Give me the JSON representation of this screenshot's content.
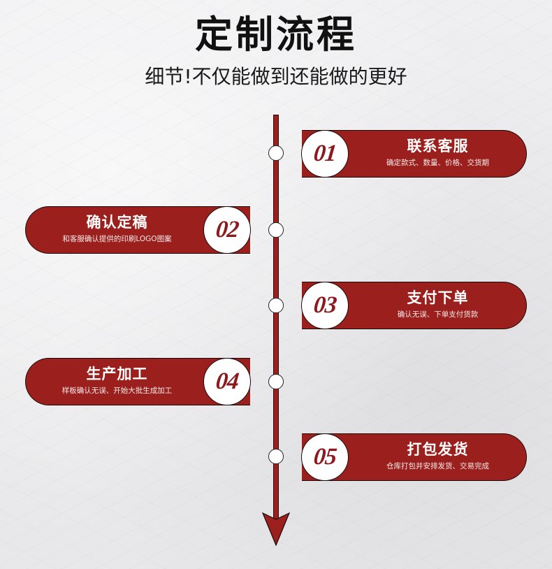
{
  "header": {
    "title": "定制流程",
    "subtitle": "细节!不仅能做到还能做的更好"
  },
  "colors": {
    "accent_red": "#9b1f1c",
    "number_red": "#8b1a1f",
    "background": "#ececee",
    "title_text": "#111111"
  },
  "steps": [
    {
      "number": "01",
      "title": "联系客服",
      "description": "确定款式、数量、价格、交货期",
      "side": "right"
    },
    {
      "number": "02",
      "title": "确认定稿",
      "description": "和客服确认提供的印刷LOGO图案",
      "side": "left"
    },
    {
      "number": "03",
      "title": "支付下单",
      "description": "确认无误、下单支付货款",
      "side": "right"
    },
    {
      "number": "04",
      "title": "生产加工",
      "description": "样板确认无误、开始大批生成加工",
      "side": "left"
    },
    {
      "number": "05",
      "title": "打包发货",
      "description": "仓库打包并安排发货、交易完成",
      "side": "right"
    }
  ]
}
